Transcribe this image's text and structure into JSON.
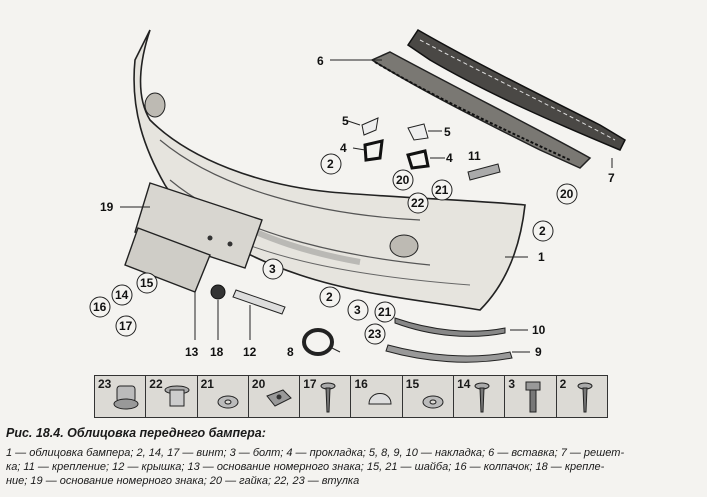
{
  "callouts": [
    "1",
    "2",
    "2",
    "2",
    "3",
    "3",
    "4",
    "4",
    "5",
    "5",
    "6",
    "7",
    "8",
    "9",
    "10",
    "11",
    "12",
    "13",
    "14",
    "15",
    "16",
    "17",
    "18",
    "19",
    "20",
    "20",
    "21",
    "21",
    "22",
    "23"
  ],
  "strip_labels": [
    "23",
    "22",
    "21",
    "20",
    "17",
    "16",
    "15",
    "14",
    "3",
    "2"
  ],
  "caption": {
    "title": "Рис. 18.4. Облицовка переднего бампера:",
    "line1": "1 — облицовка бампера; 2, 14, 17 — винт; 3 — болт; 4 — прокладка; 5, 8, 9, 10 — накладка; 6 — вставка; 7 — решет-",
    "line2": "ка; 11 — крепление; 12 — крышка; 13 — основание номерного знака; 15, 21 — шайба; 16 — колпачок; 18 — крепле-",
    "line3": "ние; 19 — основание номерного знака; 20 — гайка; 22, 23 — втулка"
  }
}
